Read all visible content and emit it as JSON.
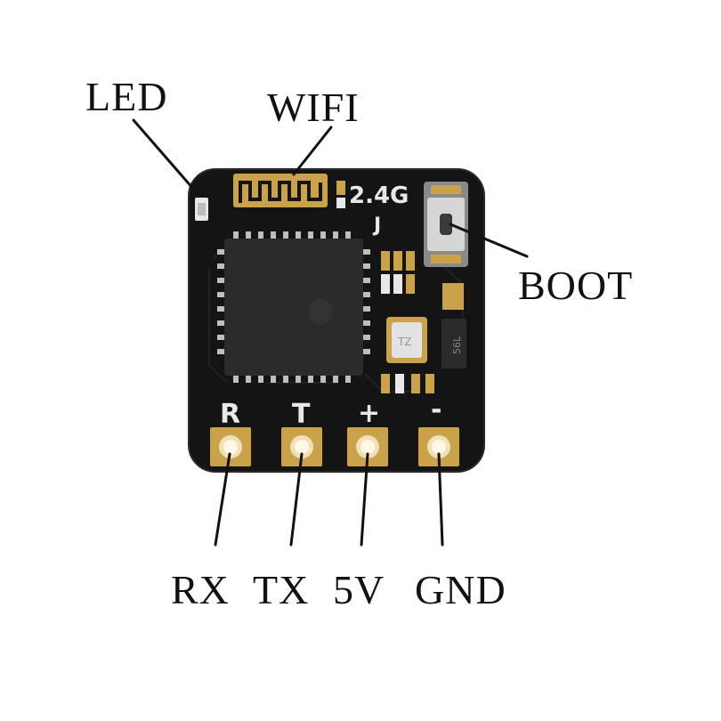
{
  "callouts": {
    "led": "LED",
    "wifi": "WIFI",
    "boot": "BOOT",
    "rx": "RX",
    "tx": "TX",
    "v5": "5V",
    "gnd": "GND"
  },
  "silkscreen": {
    "band": "2.4G",
    "variant": "J",
    "pad_r": "R",
    "pad_t": "T",
    "pad_plus": "+",
    "pad_minus": "-",
    "crystal": "TZ",
    "chip_code": "56L"
  },
  "colors": {
    "pcb": "#141414",
    "gold": "#c9a24a",
    "silk": "#e8e8e8",
    "component": "#2b2b2b"
  }
}
